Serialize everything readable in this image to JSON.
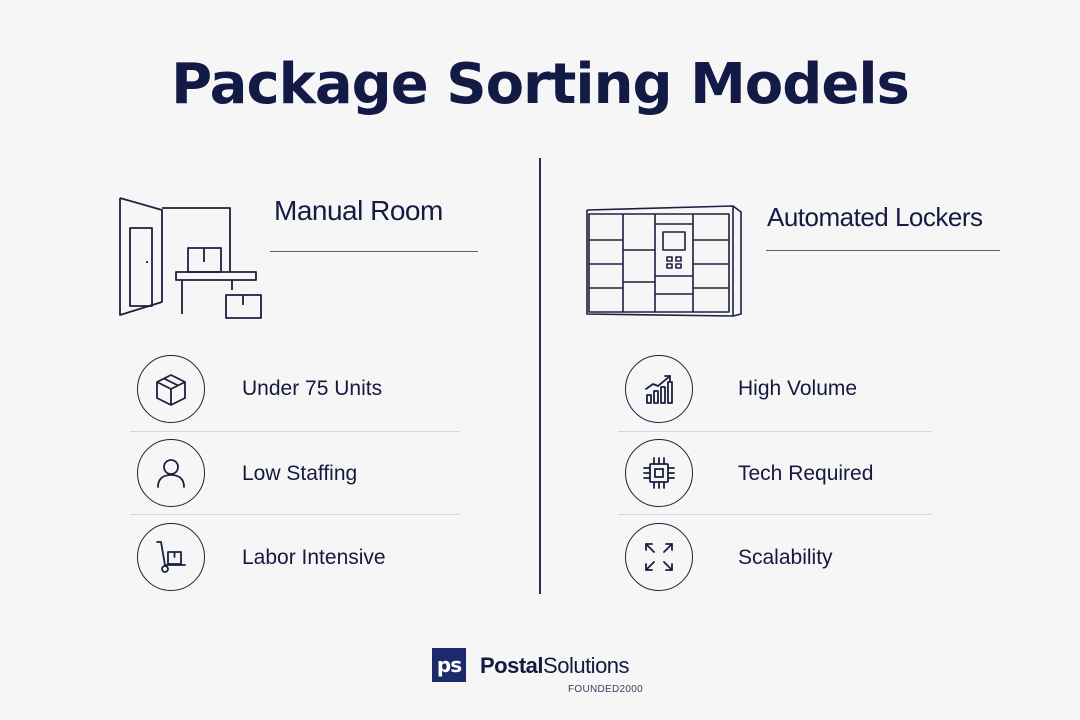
{
  "title": "Package Sorting Models",
  "left": {
    "heading": "Manual Room",
    "illustration": "mailroom-illustration",
    "features": [
      {
        "label": "Under 75 Units",
        "icon": "box-icon"
      },
      {
        "label": "Low Staffing",
        "icon": "person-icon"
      },
      {
        "label": "Labor Intensive",
        "icon": "hand-truck-icon"
      }
    ]
  },
  "right": {
    "heading": "Automated Lockers",
    "illustration": "locker-bank-illustration",
    "features": [
      {
        "label": "High Volume",
        "icon": "growth-chart-icon"
      },
      {
        "label": "Tech Required",
        "icon": "chip-icon"
      },
      {
        "label": "Scalability",
        "icon": "expand-arrows-icon"
      }
    ]
  },
  "logo": {
    "mark": "ps",
    "name_bold": "Postal",
    "name_rest": "Solutions",
    "tagline": "FOUNDED2000"
  },
  "colors": {
    "ink": "#15193f",
    "background": "#f6f6f6",
    "logo_box": "#1a2a6a"
  }
}
